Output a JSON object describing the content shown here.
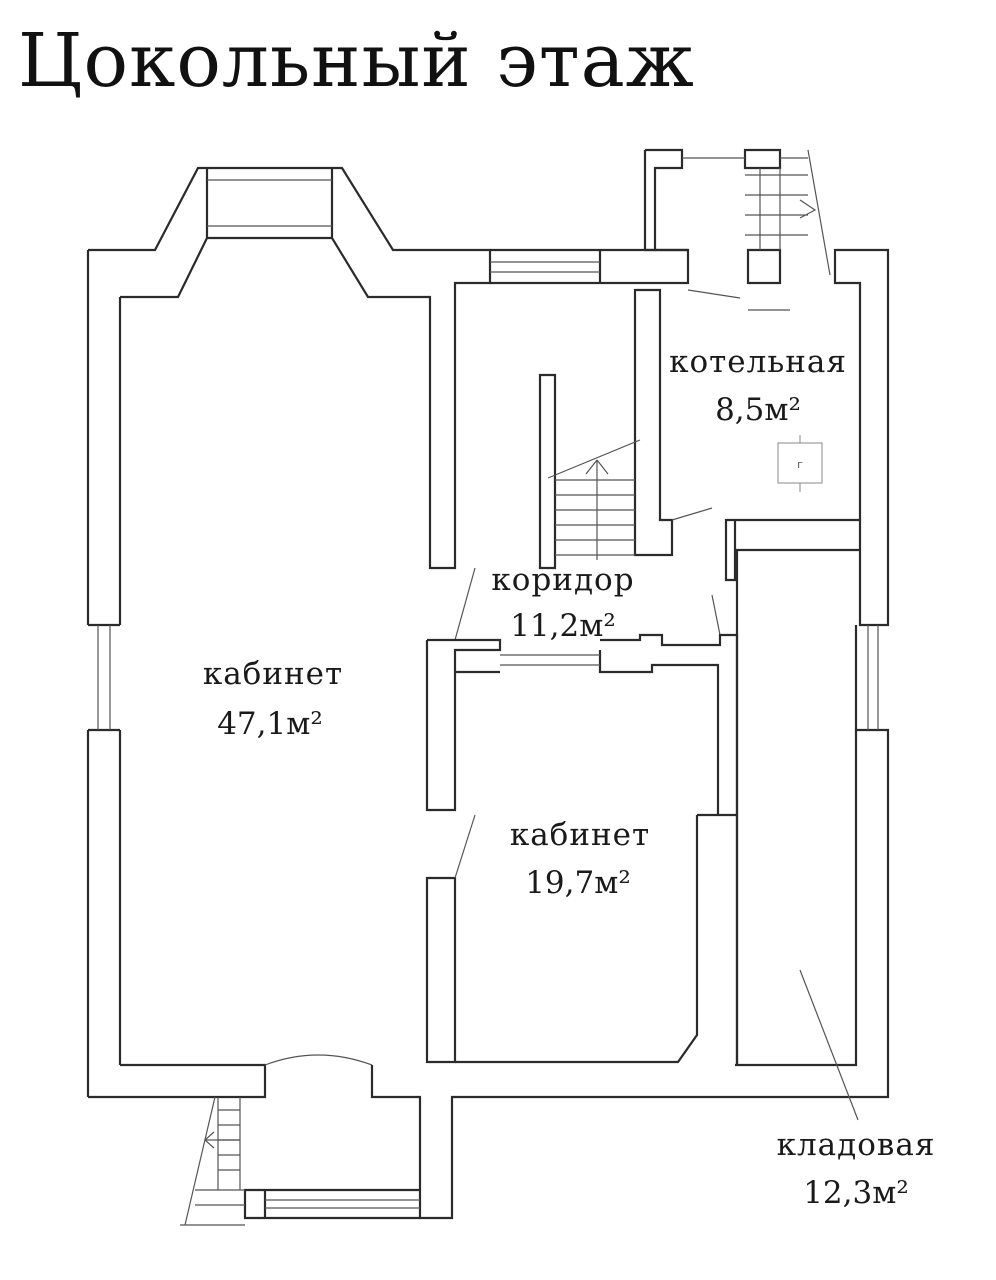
{
  "title": "Цокольный этаж",
  "rooms": [
    {
      "id": "cabinet-large",
      "name": "кабинет",
      "area": "47,1м²"
    },
    {
      "id": "boiler",
      "name": "котельная",
      "area": "8,5м²"
    },
    {
      "id": "corridor",
      "name": "коридор",
      "area": "11,2м²"
    },
    {
      "id": "cabinet-small",
      "name": "кабинет",
      "area": "19,7м²"
    },
    {
      "id": "storage",
      "name": "кладовая",
      "area": "12,3м²"
    }
  ],
  "boiler_symbol": "г"
}
